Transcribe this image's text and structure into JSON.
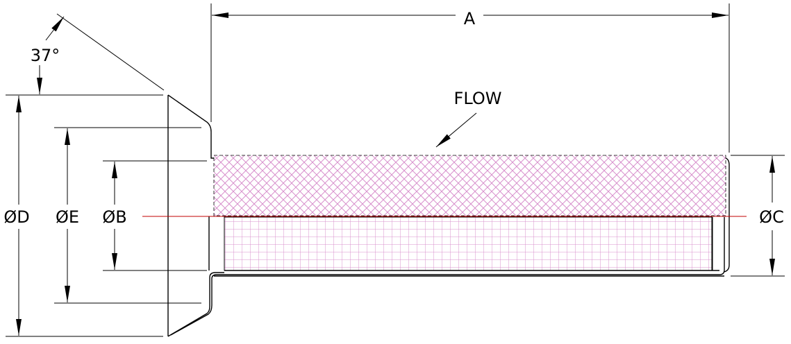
{
  "dimensions": {
    "length": "A",
    "angle": "37°",
    "flange_diameter": "ØD",
    "cone_diameter": "ØE",
    "bore_diameter": "ØB",
    "outer_diameter": "ØC"
  },
  "annotations": {
    "flow": "FLOW"
  },
  "colors": {
    "mesh": "#d890cc",
    "centerline": "#c00000",
    "line": "#000000"
  }
}
